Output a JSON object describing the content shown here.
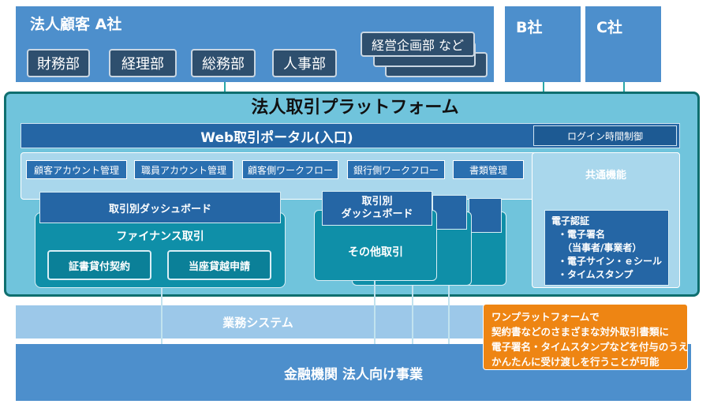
{
  "company_a": {
    "title": "法人顧客 A社",
    "departments": [
      "財務部",
      "経理部",
      "総務部",
      "人事部"
    ],
    "more_departments": "経営企画部 など"
  },
  "company_b": {
    "title": "B社"
  },
  "company_c": {
    "title": "C社"
  },
  "platform": {
    "title": "法人取引プラットフォーム",
    "portal": "Web取引ポータル(入口)",
    "login_control": "ログイン時間制御",
    "functions": [
      "顧客アカウント管理",
      "職員アカウント管理",
      "顧客側ワークフロー",
      "銀行側ワークフロー",
      "書類管理"
    ],
    "common_functions": "共通機能",
    "finance": {
      "dashboard": "取引別ダッシュボード",
      "label": "ファイナンス取引",
      "items": [
        "証書貸付契約",
        "当座貸越申請"
      ]
    },
    "other": {
      "dashboard_line1": "取引別",
      "dashboard_line2": "ダッシュボード",
      "label": "その他取引"
    },
    "esign": {
      "title": "電子認証",
      "lines": [
        "・電子署名",
        "（当事者/事業者）",
        "・電子サイン・ｅシール",
        "・タイムスタンプ"
      ]
    }
  },
  "business_system": "業務システム",
  "bank": "金融機関 法人向け事業",
  "callout": {
    "lines": [
      "ワンプラットフォームで",
      "契約書などのさまざまな対外取引書類に",
      "電子署名・タイムスタンプなどを付与のうえ",
      "かんたんに受け渡しを行うことが可能"
    ]
  },
  "colors": {
    "company_blue": "#4d8fcc",
    "platform_teal": "#70c4dc",
    "portal_blue": "#2566a5",
    "callout_orange": "#ee8513"
  }
}
